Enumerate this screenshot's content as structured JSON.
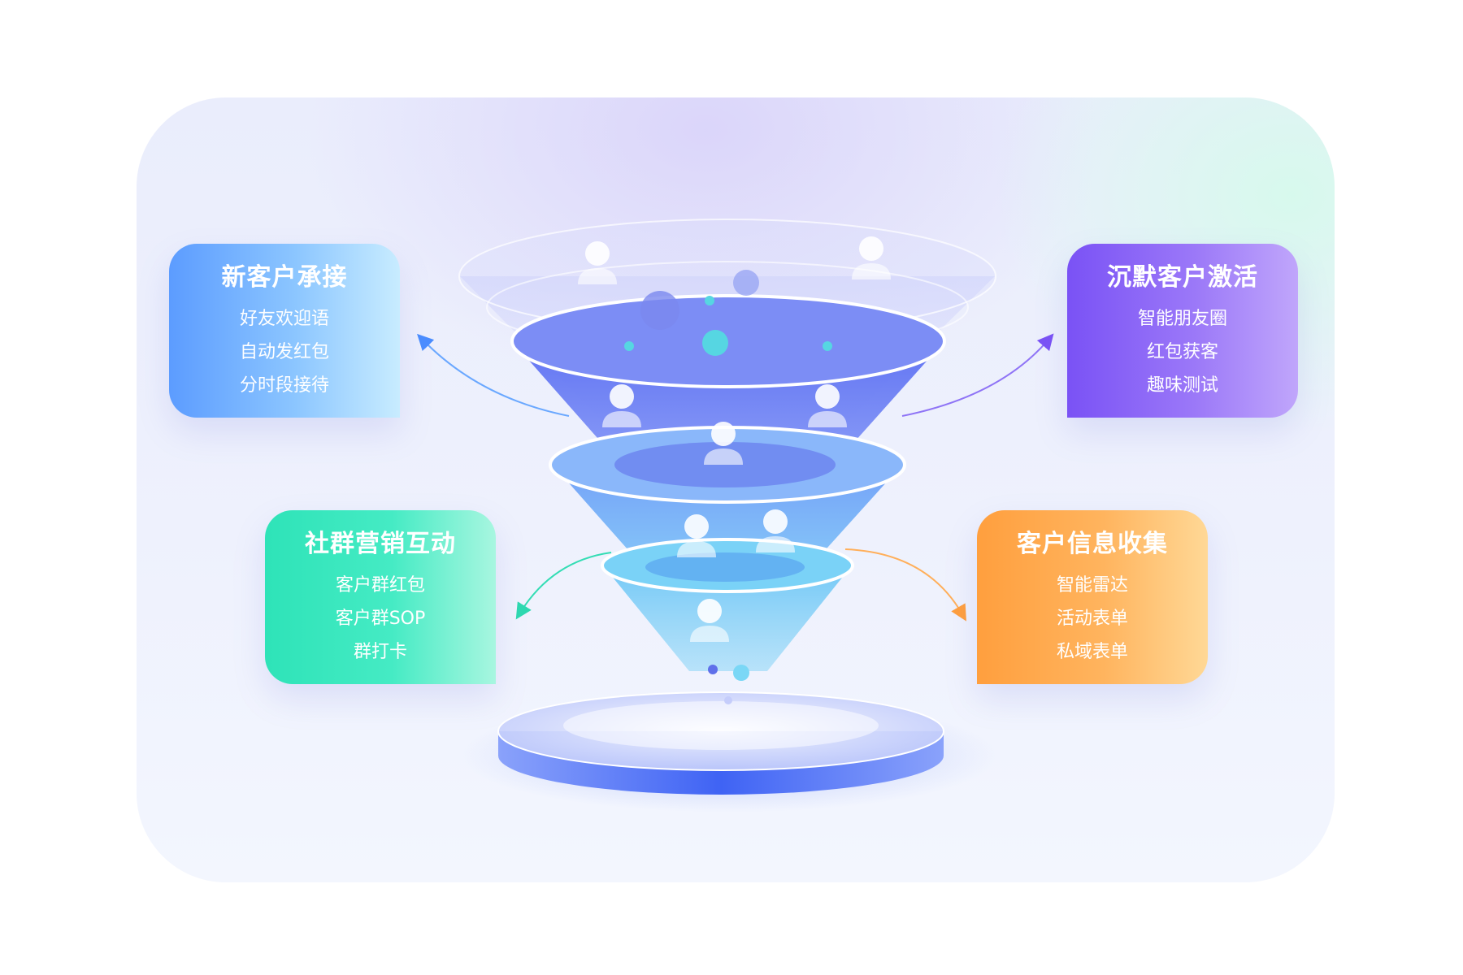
{
  "cards": {
    "new_customer": {
      "title": "新客户承接",
      "items": [
        "好友欢迎语",
        "自动发红包",
        "分时段接待"
      ],
      "color": "#5c9cff"
    },
    "silent_activation": {
      "title": "沉默客户激活",
      "items": [
        "智能朋友圈",
        "红包获客",
        "趣味测试"
      ],
      "color": "#7a52f5"
    },
    "community_marketing": {
      "title": "社群营销互动",
      "items": [
        "客户群红包",
        "客户群SOP",
        "群打卡"
      ],
      "color": "#2ee3b8"
    },
    "info_collection": {
      "title": "客户信息收集",
      "items": [
        "智能雷达",
        "活动表单",
        "私域表单"
      ],
      "color": "#ff9f3e"
    }
  },
  "funnel": {
    "levels": 3,
    "colors": [
      "#6f7cf3",
      "#6aa6f8",
      "#5fd0f3"
    ],
    "base_color": "#4a66f5",
    "icons": [
      "user-icon"
    ]
  }
}
